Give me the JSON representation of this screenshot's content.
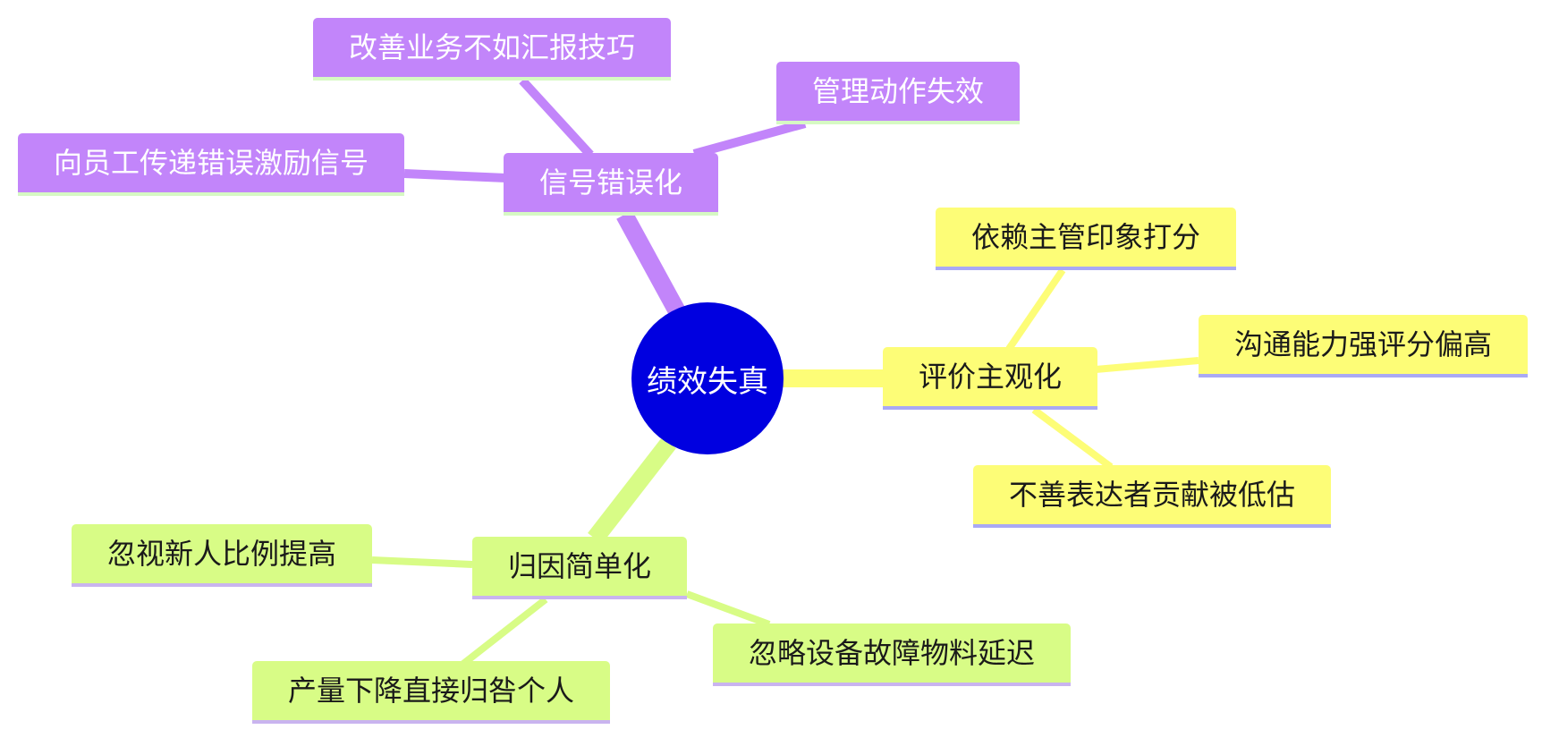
{
  "root": {
    "label": "绩效失真",
    "color": "#0000e0"
  },
  "branches": {
    "signal": {
      "label": "信号错误化",
      "color": "#c285fa",
      "children": [
        "改善业务不如汇报技巧",
        "管理动作失效",
        "向员工传递错误激励信号"
      ]
    },
    "subjective": {
      "label": "评价主观化",
      "color": "#fdfd77",
      "children": [
        "依赖主管印象打分",
        "沟通能力强评分偏高",
        "不善表达者贡献被低估"
      ]
    },
    "attribution": {
      "label": "归因简单化",
      "color": "#d8fc86",
      "children": [
        "忽视新人比例提高",
        "忽略设备故障物料延迟",
        "产量下降直接归咎个人"
      ]
    }
  }
}
